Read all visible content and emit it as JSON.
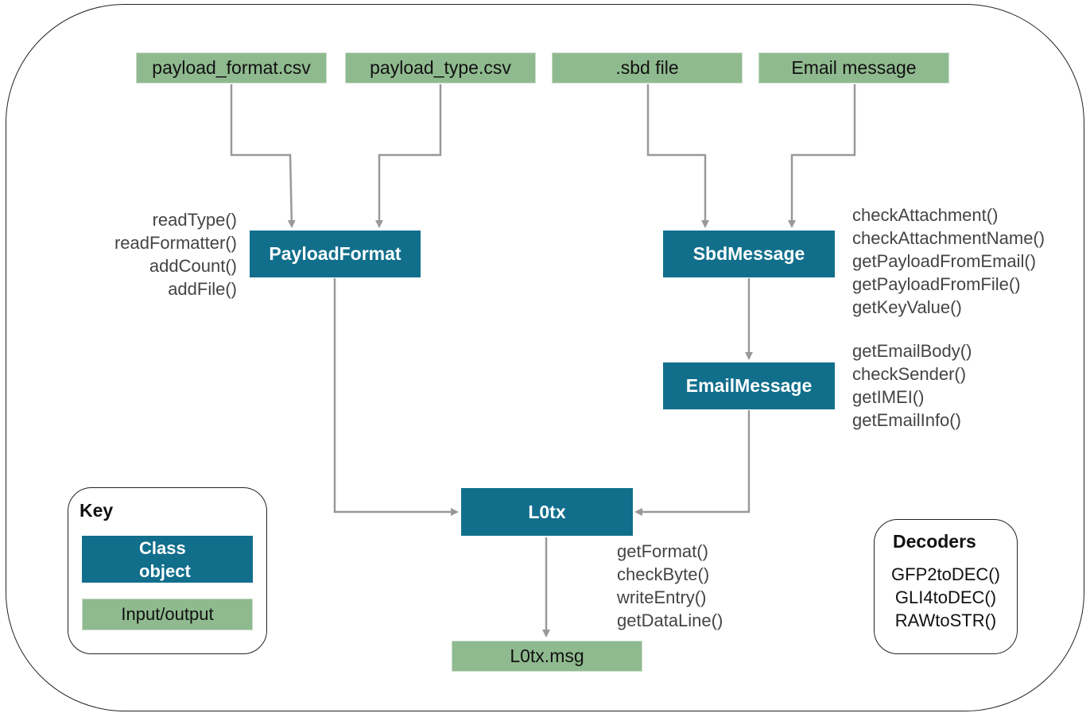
{
  "inputs": {
    "payload_format_csv": "payload_format.csv",
    "payload_type_csv": "payload_type.csv",
    "sbd_file": ".sbd file",
    "email_message": "Email message",
    "output_msg": "L0tx.msg"
  },
  "classes": {
    "payload_format": {
      "name": "PayloadFormat",
      "methods": [
        "readType()",
        "readFormatter()",
        "addCount()",
        "addFile()"
      ]
    },
    "sbd_message": {
      "name": "SbdMessage",
      "methods": [
        "checkAttachment()",
        "checkAttachmentName()",
        "getPayloadFromEmail()",
        "getPayloadFromFile()",
        "getKeyValue()"
      ]
    },
    "email_message": {
      "name": "EmailMessage",
      "methods": [
        "getEmailBody()",
        "checkSender()",
        "getIMEI()",
        "getEmailInfo()"
      ]
    },
    "l0tx": {
      "name": "L0tx",
      "methods": [
        "getFormat()",
        "checkByte()",
        "writeEntry()",
        "getDataLine()"
      ]
    }
  },
  "key": {
    "title": "Key",
    "class_label_line1": "Class",
    "class_label_line2": "object",
    "io_label": "Input/output"
  },
  "decoders": {
    "title": "Decoders",
    "items": [
      "GFP2toDEC()",
      "GLI4toDEC()",
      "RAWtoSTR()"
    ]
  },
  "colors": {
    "class_fill": "#116f8c",
    "io_fill": "#8fba8f",
    "arrow": "#999999"
  }
}
